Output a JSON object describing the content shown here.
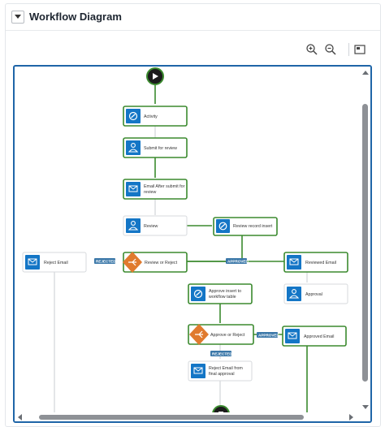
{
  "header": {
    "title": "Workflow Diagram"
  },
  "toolbar": {
    "zoom_in_icon": "zoom-in-icon",
    "zoom_out_icon": "zoom-out-icon",
    "fit_icon": "fit-screen-icon"
  },
  "nodes": {
    "activity": "Activity",
    "submit": "Submit for review",
    "email_after_1": "Email After submit for",
    "email_after_2": "review",
    "review": "Review",
    "review_record": "Review record insert",
    "reject_email": "Reject Email",
    "review_or_reject": "Review or Reject",
    "reviewed_email": "Reviewed Email",
    "approve_insert_1": "Approve insert to",
    "approve_insert_2": "workflow table",
    "approval": "Approval",
    "approve_or_reject": "Approve or Reject",
    "approved_email": "Approved Email",
    "reject_final_1": "Reject Email from",
    "reject_final_2": "final approval"
  },
  "badges": {
    "rejected_1": "REJECTED",
    "approved_1": "APPROVED",
    "approved_2": "APPROVED",
    "rejected_2": "REJECTED"
  },
  "colors": {
    "accent": "#1f65a8",
    "flow_line": "#3b8a2f",
    "node_icon": "#1476c6",
    "decision": "#e07a2e",
    "badge": "#3a77a8"
  }
}
